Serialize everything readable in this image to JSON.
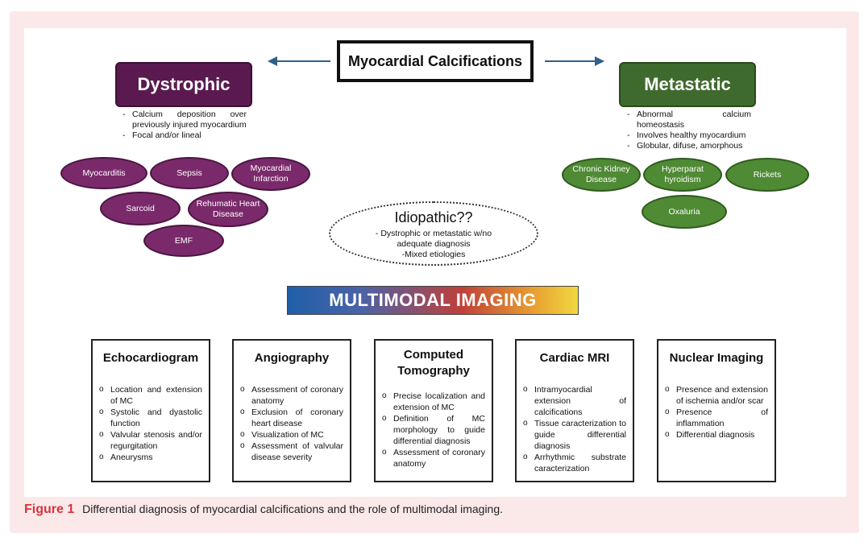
{
  "title": "Myocardial Calcifications",
  "dystrophic": {
    "label": "Dystrophic",
    "bullets": [
      "Calcium deposition over previously injured myocardium",
      "Focal and/or lineal"
    ],
    "causes": [
      "Myocarditis",
      "Sepsis",
      "Myocardial Infarction",
      "Sarcoid",
      "Rehumatic Heart Disease",
      "EMF"
    ]
  },
  "metastatic": {
    "label": "Metastatic",
    "bullets": [
      "Abnormal calcium homeostasis",
      "Involves healthy myocardium",
      "Globular, difuse, amorphous"
    ],
    "causes": [
      "Chronic Kidney Disease",
      "Hyperparat hyroidism",
      "Rickets",
      "Oxaluria"
    ]
  },
  "idiopathic": {
    "title": "Idiopathic??",
    "line1": "- Dystrophic or metastatic w/no",
    "line2": "adequate diagnosis",
    "line3": "-Mixed etiologies"
  },
  "banner": "MULTIMODAL IMAGING",
  "modalities": [
    {
      "title": "Echocardiogram",
      "items": [
        "Location and extension of MC",
        "Systolic and dyastolic function",
        "Valvular stenosis and/or regurgitation",
        "Aneurysms"
      ]
    },
    {
      "title": "Angiography",
      "items": [
        "Assessment of coronary anatomy",
        "Exclusion of coronary heart disease",
        "Visualization of MC",
        "Assessment of valvular disease severity"
      ]
    },
    {
      "title": "Computed Tomography",
      "items": [
        "Precise localization and extension of MC",
        "Definition of MC morphology to guide differential diagnosis",
        "Assessment of coronary anatomy"
      ]
    },
    {
      "title": "Cardiac MRI",
      "items": [
        "Intramyocardial extension of calcifications",
        "Tissue caracterization to guide differential diagnosis",
        "Arrhythmic substrate caracterization"
      ]
    },
    {
      "title": "Nuclear Imaging",
      "items": [
        "Presence and extension of ischemia and/or scar",
        "Presence of inflammation",
        "Differential diagnosis"
      ]
    }
  ],
  "caption": {
    "label": "Figure 1",
    "text": "Differential diagnosis of myocardial calcifications and the role of multimodal imaging."
  },
  "colors": {
    "dystrophic": "#5a1a4f",
    "metastatic": "#3f6a2e",
    "arrow": "#2f5f8a",
    "caption_label": "#d9323c"
  }
}
